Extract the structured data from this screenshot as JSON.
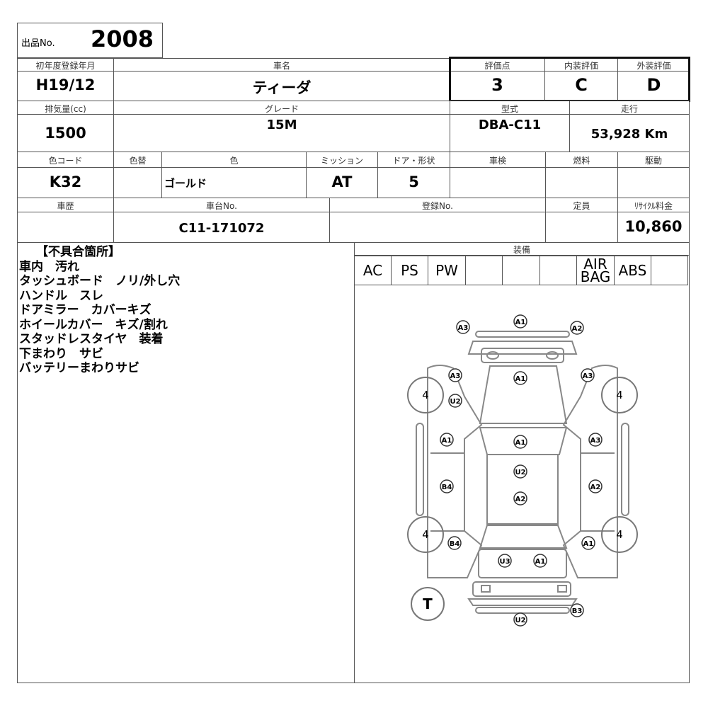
{
  "lot": {
    "label": "出品No.",
    "value": "2008"
  },
  "row1": {
    "first_reg_label": "初年度登録年月",
    "first_reg": "H19/12",
    "car_name_label": "車名",
    "car_name": "ティーダ",
    "score_label": "評価点",
    "score": "3",
    "interior_label": "内装評価",
    "interior": "C",
    "exterior_label": "外装評価",
    "exterior": "D"
  },
  "row2": {
    "displacement_label": "排気量(cc)",
    "displacement": "1500",
    "grade_label": "グレード",
    "grade": "15M",
    "model_label": "型式",
    "model": "DBA-C11",
    "mileage_label": "走行",
    "mileage": "53,928 Km"
  },
  "row3": {
    "color_code_label": "色コード",
    "color_code": "K32",
    "color_change_label": "色替",
    "color_change": "",
    "color_label": "色",
    "color": "ゴールド",
    "mission_label": "ミッション",
    "mission": "AT",
    "door_label": "ドア・形状",
    "door": "5",
    "inspection_label": "車検",
    "inspection": "",
    "fuel_label": "燃料",
    "fuel": "",
    "drive_label": "駆動",
    "drive": ""
  },
  "row4": {
    "history_label": "車歴",
    "history": "",
    "chassis_label": "車台No.",
    "chassis": "C11-171072",
    "reg_no_label": "登録No.",
    "reg_no": "",
    "capacity_label": "定員",
    "capacity": "",
    "recycle_label": "ﾘｻｲｸﾙ料金",
    "recycle": "10,860"
  },
  "defects": {
    "title": "【不具合箇所】",
    "items": [
      "車内　汚れ",
      "タッシュボード　ノリ/外し穴",
      "ハンドル　スレ",
      "ドアミラー　カバーキズ",
      "ホイールカバー　キズ/割れ",
      "スタッドレスタイヤ　装着",
      "下まわり　サビ",
      "バッテリーまわりサビ"
    ]
  },
  "equipment": {
    "label": "装備",
    "items": [
      "AC",
      "PS",
      "PW",
      "",
      "",
      "",
      "AIR\nBAG",
      "ABS",
      ""
    ]
  },
  "diagram": {
    "marks": [
      "A1",
      "A2",
      "A3",
      "A1",
      "A3",
      "U2",
      "A3",
      "A1",
      "A1",
      "A3",
      "A1",
      "U2",
      "A2",
      "B4",
      "A2",
      "B4",
      "A1",
      "U3",
      "A1",
      "B3",
      "U2"
    ],
    "tires": [
      "4",
      "4",
      "4",
      "4"
    ],
    "spare": "T"
  }
}
